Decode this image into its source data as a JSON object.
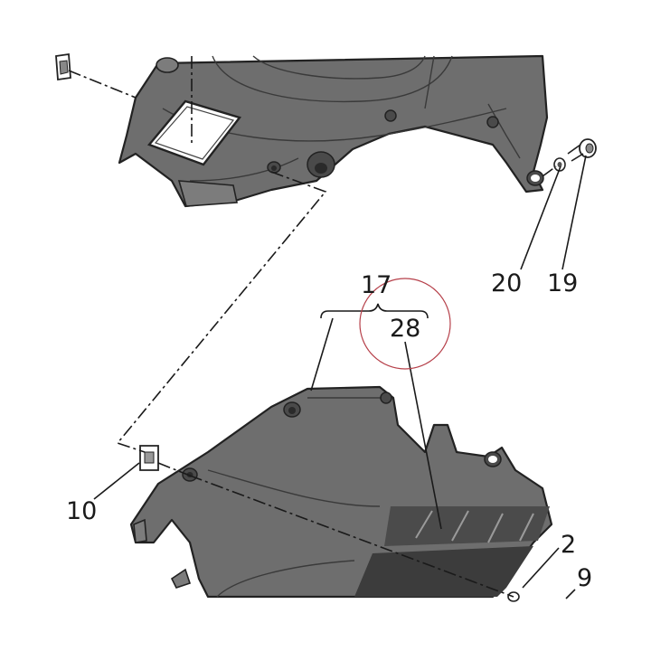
{
  "callouts": {
    "c17": "17",
    "c28": "28",
    "c20": "20",
    "c19": "19",
    "c10": "10",
    "c2": "2",
    "c9": "9"
  },
  "colors": {
    "part_fill": "#6e6e6e",
    "panel_fill": "#4b4b4b",
    "highlight_circle": "#b6404a",
    "outline": "#222222"
  }
}
